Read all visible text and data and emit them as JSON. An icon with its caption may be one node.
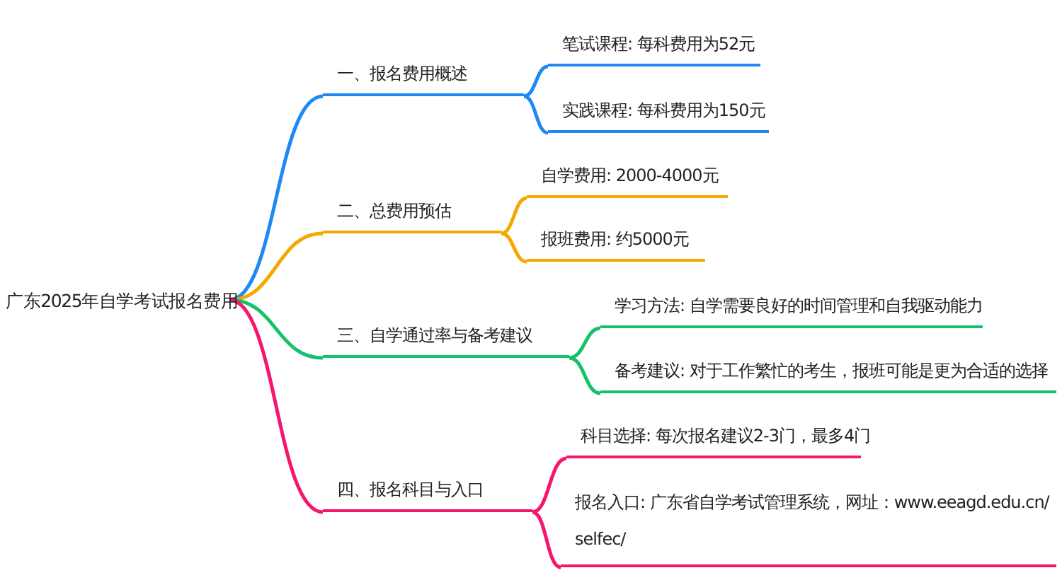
{
  "diagram": {
    "nodes": [
      {
        "text": [
          "广东2025年自学考试报名费用"
        ]
      },
      {
        "text": [
          "一、报名费用概述"
        ]
      },
      {
        "text": [
          "二、总费用预估"
        ]
      },
      {
        "text": [
          "三、自学通过率与备考建议"
        ]
      },
      {
        "text": [
          "四、报名科目与入口"
        ]
      },
      {
        "text": [
          "笔试课程: 每科费用为52元"
        ]
      },
      {
        "text": [
          "实践课程: 每科费用为150元"
        ]
      },
      {
        "text": [
          "自学费用: 2000-4000元"
        ]
      },
      {
        "text": [
          "报班费用: 约5000元"
        ]
      },
      {
        "text": [
          "学习方法: 自学需要良好的时间管理和自我驱动能力"
        ]
      },
      {
        "text": [
          "备考建议: 对于工作繁忙的考生，报班可能是更为合适的选择"
        ]
      },
      {
        "text": [
          "科目选择: 每次报名建议2-3门，最多4门"
        ]
      },
      {
        "text": [
          "报名入口: 广东省自学考试管理系统，网址：www.eeagd.edu.cn/selfec/"
        ]
      }
    ],
    "edges": [
      {
        "from": 0,
        "to": 1,
        "arrow": "none",
        "color": "#1e88f5"
      },
      {
        "from": 0,
        "to": 2,
        "arrow": "none",
        "color": "#f5a800"
      },
      {
        "from": 0,
        "to": 3,
        "arrow": "none",
        "color": "#15c26b"
      },
      {
        "from": 0,
        "to": 4,
        "arrow": "none",
        "color": "#f5166e"
      },
      {
        "from": 1,
        "to": 5,
        "arrow": "none",
        "color": "#1e88f5"
      },
      {
        "from": 1,
        "to": 6,
        "arrow": "none",
        "color": "#1e88f5"
      },
      {
        "from": 2,
        "to": 7,
        "arrow": "none",
        "color": "#f5a800"
      },
      {
        "from": 2,
        "to": 8,
        "arrow": "none",
        "color": "#f5a800"
      },
      {
        "from": 3,
        "to": 9,
        "arrow": "none",
        "color": "#15c26b"
      },
      {
        "from": 3,
        "to": 10,
        "arrow": "none",
        "color": "#15c26b"
      },
      {
        "from": 4,
        "to": 11,
        "arrow": "none",
        "color": "#f5166e"
      },
      {
        "from": 4,
        "to": 12,
        "arrow": "none",
        "color": "#f5166e"
      }
    ]
  }
}
